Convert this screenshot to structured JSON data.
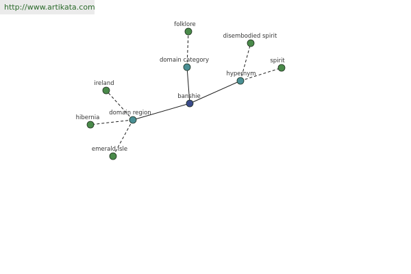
{
  "header": {
    "url": "http://www.artikata.com"
  },
  "graph": {
    "colors": {
      "center_node": "#3a4a8a",
      "relation_node": "#4a8f94",
      "leaf_node": "#4a8a4a",
      "node_stroke": "#1f2f1f",
      "edge": "#1a1a1a"
    },
    "nodes": [
      {
        "id": "banshie",
        "label": "banshie",
        "kind": "center"
      },
      {
        "id": "domain-category",
        "label": "domain category",
        "kind": "relation"
      },
      {
        "id": "hypernym",
        "label": "hypernym",
        "kind": "relation"
      },
      {
        "id": "domain-region",
        "label": "domain region",
        "kind": "relation"
      },
      {
        "id": "folklore",
        "label": "folklore",
        "kind": "leaf"
      },
      {
        "id": "disembodied-spirit",
        "label": "disembodied spirit",
        "kind": "leaf"
      },
      {
        "id": "spirit",
        "label": "spirit",
        "kind": "leaf"
      },
      {
        "id": "ireland",
        "label": "ireland",
        "kind": "leaf"
      },
      {
        "id": "hibernia",
        "label": "hibernia",
        "kind": "leaf"
      },
      {
        "id": "emerald-isle",
        "label": "emerald isle",
        "kind": "leaf"
      }
    ],
    "edges": [
      {
        "from": "banshie",
        "to": "domain-category",
        "style": "solid"
      },
      {
        "from": "banshie",
        "to": "hypernym",
        "style": "solid"
      },
      {
        "from": "banshie",
        "to": "domain-region",
        "style": "solid"
      },
      {
        "from": "domain-category",
        "to": "folklore",
        "style": "dashed"
      },
      {
        "from": "hypernym",
        "to": "disembodied-spirit",
        "style": "dashed"
      },
      {
        "from": "hypernym",
        "to": "spirit",
        "style": "dashed"
      },
      {
        "from": "domain-region",
        "to": "ireland",
        "style": "dashed"
      },
      {
        "from": "domain-region",
        "to": "hibernia",
        "style": "dashed"
      },
      {
        "from": "domain-region",
        "to": "emerald-isle",
        "style": "dashed"
      }
    ]
  }
}
